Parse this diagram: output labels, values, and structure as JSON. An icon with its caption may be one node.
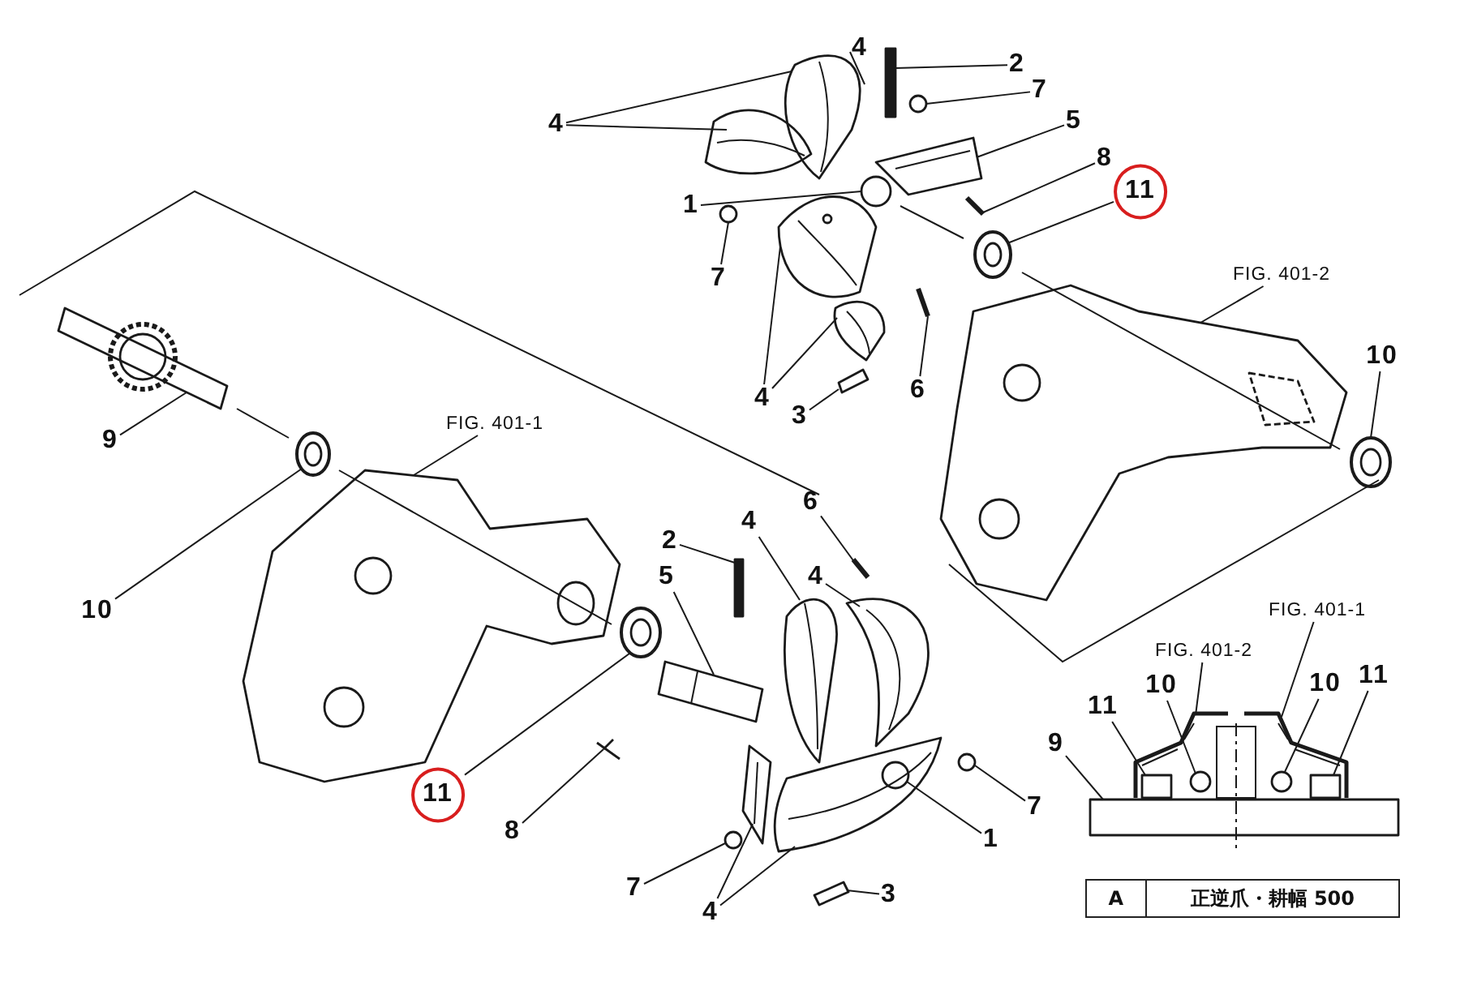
{
  "diagram": {
    "nodes": [
      {
        "text": [
          "4"
        ]
      },
      {
        "text": [
          "4"
        ]
      },
      {
        "text": [
          "2"
        ]
      },
      {
        "text": [
          "7"
        ]
      },
      {
        "text": [
          "5"
        ]
      },
      {
        "text": [
          "8"
        ]
      },
      {
        "text": [
          "11"
        ]
      },
      {
        "text": [
          "1"
        ]
      },
      {
        "text": [
          "7"
        ]
      },
      {
        "text": [
          "FIG. 401-2"
        ]
      },
      {
        "text": [
          "10"
        ]
      },
      {
        "text": [
          "6"
        ]
      },
      {
        "text": [
          "4"
        ]
      },
      {
        "text": [
          "3"
        ]
      },
      {
        "text": [
          "9"
        ]
      },
      {
        "text": [
          "FIG. 401-1"
        ]
      },
      {
        "text": [
          "10"
        ]
      },
      {
        "text": [
          "11"
        ]
      },
      {
        "text": [
          "8"
        ]
      },
      {
        "text": [
          "2"
        ]
      },
      {
        "text": [
          "4"
        ]
      },
      {
        "text": [
          "6"
        ]
      },
      {
        "text": [
          "5"
        ]
      },
      {
        "text": [
          "4"
        ]
      },
      {
        "text": [
          "7"
        ]
      },
      {
        "text": [
          "1"
        ]
      },
      {
        "text": [
          "7"
        ]
      },
      {
        "text": [
          "3"
        ]
      },
      {
        "text": [
          "4"
        ]
      },
      {
        "text": [
          "FIG. 401-2"
        ]
      },
      {
        "text": [
          "FIG. 401-1"
        ]
      },
      {
        "text": [
          "10"
        ]
      },
      {
        "text": [
          "11"
        ]
      },
      {
        "text": [
          "9"
        ]
      },
      {
        "text": [
          "10"
        ]
      },
      {
        "text": [
          "11"
        ]
      },
      {
        "text": [],
        "shape": "picture"
      },
      {
        "text": [],
        "shape": "picture"
      },
      {
        "text": [],
        "shape": "bar"
      },
      {
        "text": [],
        "shape": "circle"
      },
      {
        "text": [],
        "shape": "picture"
      },
      {
        "text": [],
        "shape": "picture"
      },
      {
        "text": [],
        "shape": "picture"
      },
      {
        "text": [],
        "shape": "circle"
      },
      {
        "text": [],
        "shape": "circle"
      },
      {
        "text": [],
        "shape": "picture"
      },
      {
        "text": [],
        "shape": "picture"
      },
      {
        "text": [],
        "shape": "picture"
      },
      {
        "text": [],
        "shape": "picture"
      },
      {
        "text": [],
        "shape": "picture"
      },
      {
        "text": [],
        "shape": "picture"
      },
      {
        "text": [],
        "shape": "picture"
      },
      {
        "text": [],
        "shape": "picture"
      },
      {
        "text": [],
        "shape": "picture"
      },
      {
        "text": [],
        "shape": "picture"
      },
      {
        "text": [],
        "shape": "picture"
      },
      {
        "text": [],
        "shape": "bar"
      },
      {
        "text": [],
        "shape": "picture"
      },
      {
        "text": [],
        "shape": "picture"
      },
      {
        "text": [],
        "shape": "picture"
      },
      {
        "text": [],
        "shape": "picture"
      },
      {
        "text": [],
        "shape": "circle"
      },
      {
        "text": [],
        "shape": "circle",
        "in": 66
      },
      {
        "text": [],
        "shape": "circle"
      },
      {
        "text": [],
        "shape": "picture"
      },
      {
        "text": [],
        "shape": "picture"
      },
      {
        "text": [],
        "shape": "picture"
      },
      {
        "text": [],
        "shape": "picture"
      },
      {
        "text": [],
        "shape": "picture"
      },
      {
        "text": [],
        "shape": "circle",
        "in": 67
      },
      {
        "text": [],
        "shape": "box",
        "in": 67
      },
      {
        "text": [],
        "shape": "box"
      },
      {
        "text": [],
        "shape": "circle",
        "in": 68
      },
      {
        "text": [],
        "shape": "box",
        "in": 68
      }
    ],
    "edges": [
      {
        "from": 0,
        "to": 36,
        "arrow": "none"
      },
      {
        "from": 0,
        "to": 37,
        "arrow": "none"
      },
      {
        "from": 1,
        "to": 37,
        "arrow": "none"
      },
      {
        "from": 2,
        "to": 38,
        "arrow": "none"
      },
      {
        "from": 3,
        "to": 39,
        "arrow": "none"
      },
      {
        "from": 4,
        "to": 40,
        "arrow": "none"
      },
      {
        "from": 5,
        "to": 41,
        "arrow": "none"
      },
      {
        "from": 6,
        "to": 42,
        "arrow": "none"
      },
      {
        "from": 7,
        "to": 43,
        "arrow": "none"
      },
      {
        "from": 8,
        "to": 44,
        "arrow": "none"
      },
      {
        "from": 9,
        "to": 45,
        "arrow": "none"
      },
      {
        "from": 10,
        "to": 46,
        "arrow": "none"
      },
      {
        "from": 11,
        "to": 47,
        "arrow": "none"
      },
      {
        "from": 12,
        "to": 48,
        "arrow": "none"
      },
      {
        "from": 12,
        "to": 49,
        "arrow": "none"
      },
      {
        "from": 13,
        "to": 50,
        "arrow": "none"
      },
      {
        "from": 14,
        "to": 51,
        "arrow": "none"
      },
      {
        "from": 15,
        "to": 52,
        "arrow": "none"
      },
      {
        "from": 16,
        "to": 53,
        "arrow": "none"
      },
      {
        "from": 17,
        "to": 54,
        "arrow": "none"
      },
      {
        "from": 18,
        "to": 55,
        "arrow": "none"
      },
      {
        "from": 19,
        "to": 56,
        "arrow": "none"
      },
      {
        "from": 20,
        "to": 57,
        "arrow": "none"
      },
      {
        "from": 21,
        "to": 58,
        "arrow": "none"
      },
      {
        "from": 22,
        "to": 59,
        "arrow": "none"
      },
      {
        "from": 23,
        "to": 60,
        "arrow": "none"
      },
      {
        "from": 24,
        "to": 61,
        "arrow": "none"
      },
      {
        "from": 25,
        "to": 62,
        "arrow": "none"
      },
      {
        "from": 26,
        "to": 63,
        "arrow": "none"
      },
      {
        "from": 27,
        "to": 64,
        "arrow": "none"
      },
      {
        "from": 28,
        "to": 65,
        "arrow": "none"
      },
      {
        "from": 28,
        "to": 66,
        "arrow": "none"
      },
      {
        "from": 29,
        "to": 67,
        "arrow": "none"
      },
      {
        "from": 30,
        "to": 68,
        "arrow": "none"
      },
      {
        "from": 31,
        "to": 69,
        "arrow": "none"
      },
      {
        "from": 32,
        "to": 70,
        "arrow": "none"
      },
      {
        "from": 33,
        "to": 71,
        "arrow": "none"
      },
      {
        "from": 34,
        "to": 72,
        "arrow": "none"
      },
      {
        "from": 35,
        "to": 73,
        "arrow": "none"
      }
    ],
    "labels": [
      "A",
      "正逆爪・耕幅 500"
    ]
  }
}
